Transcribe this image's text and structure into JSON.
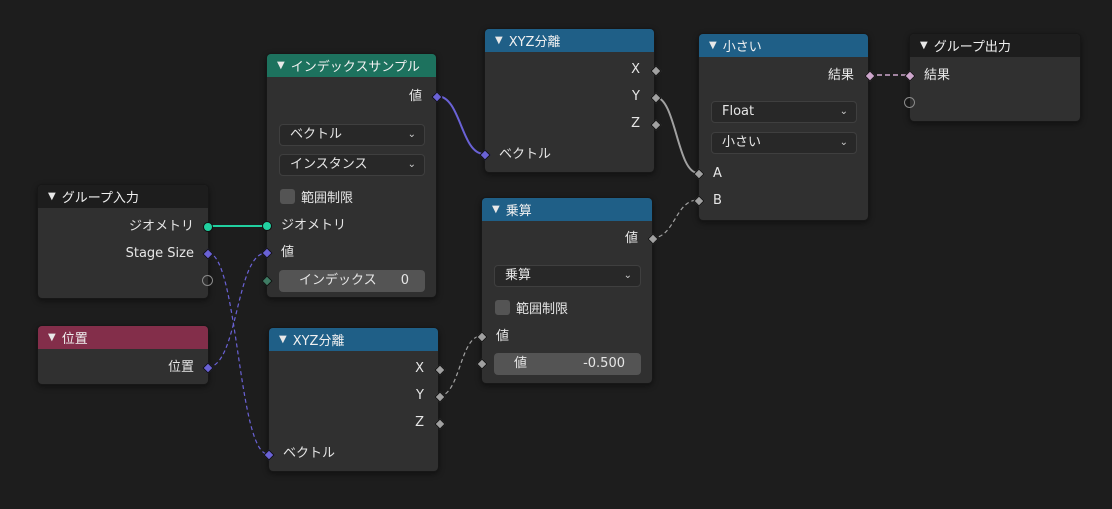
{
  "nodes": {
    "group_input": {
      "title": "グループ入力",
      "outputs": {
        "geometry": "ジオメトリ",
        "stage_size": "Stage Size"
      }
    },
    "position": {
      "title": "位置",
      "outputs": {
        "position": "位置"
      }
    },
    "sample_index": {
      "title": "インデックスサンプル",
      "outputs": {
        "value": "値"
      },
      "dropdowns": {
        "data_type": "ベクトル",
        "domain": "インスタンス"
      },
      "clamp_label": "範囲制限",
      "inputs": {
        "geometry": "ジオメトリ",
        "value": "値"
      },
      "index_field": {
        "label": "インデックス",
        "value": "0"
      }
    },
    "separate_xyz_top": {
      "title": "XYZ分離",
      "outputs": {
        "x": "X",
        "y": "Y",
        "z": "Z"
      },
      "inputs": {
        "vector": "ベクトル"
      }
    },
    "separate_xyz_bottom": {
      "title": "XYZ分離",
      "outputs": {
        "x": "X",
        "y": "Y",
        "z": "Z"
      },
      "inputs": {
        "vector": "ベクトル"
      }
    },
    "multiply": {
      "title": "乗算",
      "outputs": {
        "value": "値"
      },
      "dropdowns": {
        "operation": "乗算"
      },
      "clamp_label": "範囲制限",
      "inputs": {
        "value": "値"
      },
      "value_field": {
        "label": "値",
        "value": "-0.500"
      }
    },
    "less_than": {
      "title": "小さい",
      "outputs": {
        "result": "結果"
      },
      "dropdowns": {
        "type": "Float",
        "operation": "小さい"
      },
      "inputs": {
        "a": "A",
        "b": "B"
      }
    },
    "group_output": {
      "title": "グループ出力",
      "inputs": {
        "result": "結果"
      }
    }
  },
  "colors": {
    "background": "#1d1d1d",
    "node_body": "#303030",
    "header_group": "#1d1d1d",
    "header_geometry": "#1d725e",
    "header_vector": "#1f5f87",
    "header_input": "#832e4a",
    "socket_geometry": "#21d0a0",
    "socket_vector": "#6a62d6",
    "socket_float": "#a1a1a1",
    "socket_boolean": "#cda6cc",
    "wire_vector": "#6a62d6",
    "wire_geometry": "#21d0a0",
    "wire_float": "#a1a1a1",
    "wire_boolean": "#cda6cc"
  },
  "icons": {
    "collapse": "chevron-down-icon",
    "socket_geometry": "circle-socket-icon",
    "socket_vector": "diamond-socket-icon",
    "socket_empty": "empty-socket-icon"
  }
}
